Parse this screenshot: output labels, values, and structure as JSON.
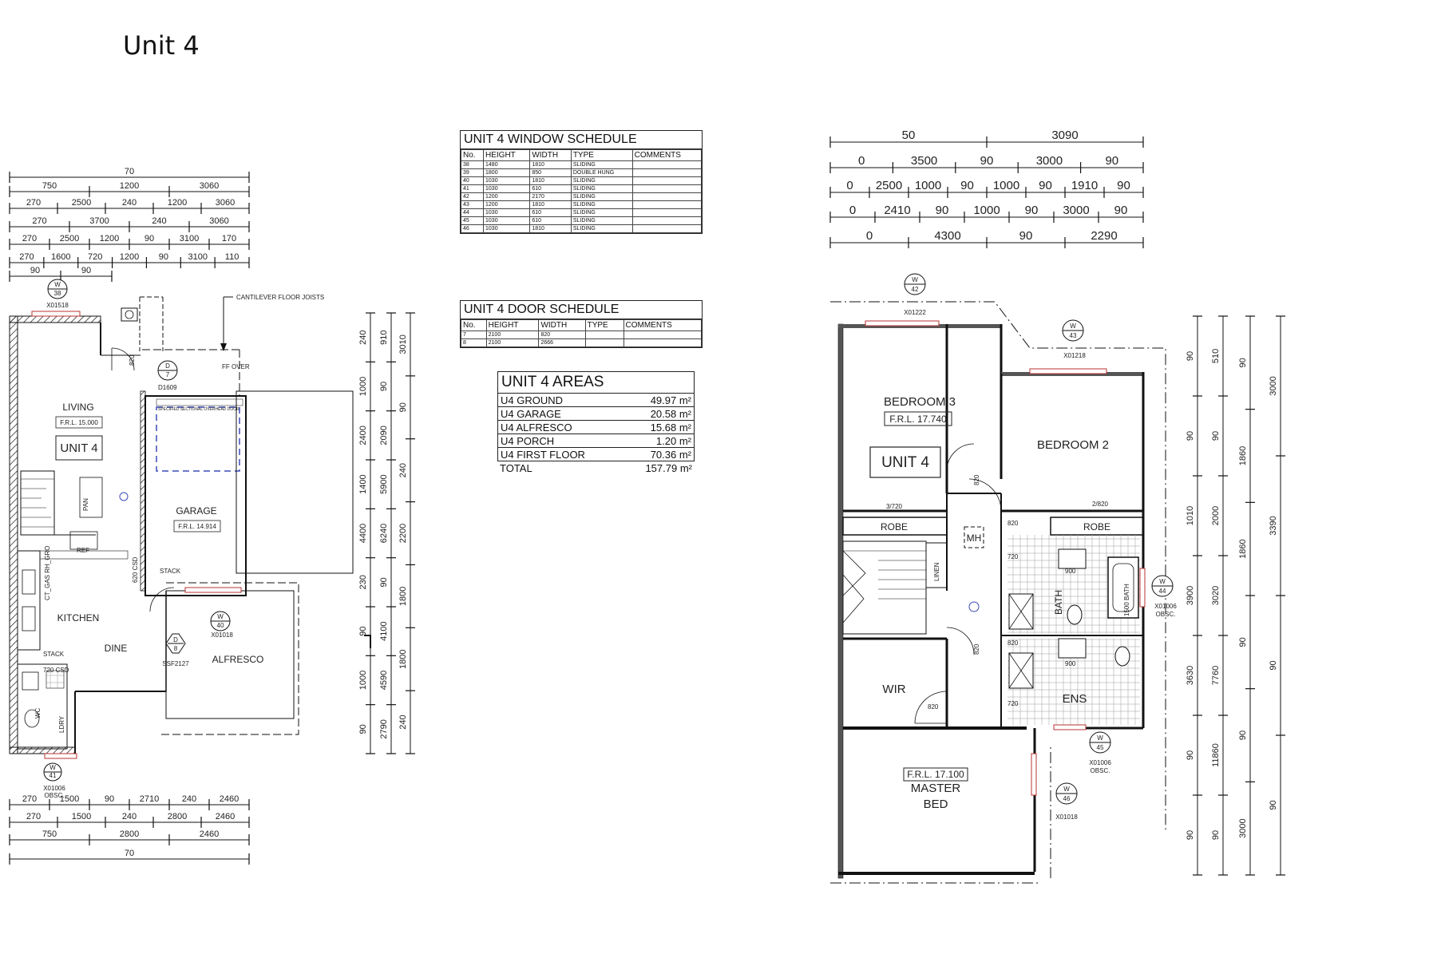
{
  "page_title": "Unit 4",
  "ground_floor": {
    "top_dimension_rows": [
      [
        "70"
      ],
      [
        "750",
        "1200",
        "3060"
      ],
      [
        "270",
        "2500",
        "240",
        "1200",
        "3060"
      ],
      [
        "270",
        "3700",
        "240",
        "3060"
      ],
      [
        "270",
        "2500",
        "1200",
        "90",
        "3100",
        "170"
      ],
      [
        "270",
        "1600",
        "720",
        "1200",
        "90",
        "3100",
        "110"
      ],
      [
        "90",
        "90"
      ]
    ],
    "bottom_dimension_rows": [
      [
        "270",
        "1500",
        "90",
        "2710",
        "240",
        "2460"
      ],
      [
        "270",
        "1500",
        "240",
        "2800",
        "2460"
      ],
      [
        "750",
        "2800",
        "2460"
      ],
      [
        "70"
      ]
    ],
    "right_dimension_labels": [
      "240",
      "1000",
      "2400",
      "1400",
      "4400",
      "230",
      "90",
      "1000",
      "90",
      "910",
      "90",
      "2090",
      "5900",
      "6240",
      "90",
      "4100",
      "4590",
      "2790",
      "3010",
      "90",
      "240",
      "2200",
      "1800",
      "1800",
      "240"
    ],
    "rooms": {
      "living": "LIVING",
      "living_rl": "F.R.L. 15.000",
      "unit": "UNIT 4",
      "garage": "GARAGE",
      "garage_rl": "F.R.L. 14.914",
      "kitchen": "KITCHEN",
      "dine": "DINE",
      "alfresco": "ALFRESCO",
      "ldry": "LDRY",
      "wc": "WC",
      "ref": "REF",
      "pantry": "PAN"
    },
    "annotations": {
      "cantilever": "CANTILEVER FLOOR JOISTS",
      "ff_over": "FF OVER",
      "stack1": "STACK",
      "stack2": "STACK",
      "csd": "620 CSD",
      "csd2": "720 CSD",
      "cooktop": "CT_GAS RH_GRO",
      "garage_door": "SPECIFIED SECTIONAL OVERHEAD DOOR",
      "door_code": "D1609",
      "sliding_door": "SSF2127",
      "win_top": "X01518",
      "win_alfresco": "X01018",
      "win_bottom": "X01006",
      "obsc": "OBSC.",
      "d820": "820"
    },
    "markers": {
      "w38": [
        "W",
        "38"
      ],
      "w40": [
        "W",
        "40"
      ],
      "w41": [
        "W",
        "41"
      ],
      "d7": [
        "D",
        "7"
      ],
      "d8": [
        "D",
        "8"
      ]
    }
  },
  "window_schedule": {
    "title": "UNIT 4 WINDOW SCHEDULE",
    "columns": [
      "No.",
      "HEIGHT",
      "WIDTH",
      "TYPE",
      "COMMENTS"
    ],
    "rows": [
      [
        "38",
        "1480",
        "1810",
        "SLIDING",
        ""
      ],
      [
        "39",
        "1800",
        "850",
        "DOUBLE HUNG",
        ""
      ],
      [
        "40",
        "1030",
        "1810",
        "SLIDING",
        ""
      ],
      [
        "41",
        "1030",
        "610",
        "SLIDING",
        ""
      ],
      [
        "42",
        "1200",
        "2170",
        "SLIDING",
        ""
      ],
      [
        "43",
        "1200",
        "1810",
        "SLIDING",
        ""
      ],
      [
        "44",
        "1030",
        "610",
        "SLIDING",
        ""
      ],
      [
        "45",
        "1030",
        "610",
        "SLIDING",
        ""
      ],
      [
        "46",
        "1030",
        "1810",
        "SLIDING",
        ""
      ]
    ]
  },
  "door_schedule": {
    "title": "UNIT 4 DOOR SCHEDULE",
    "columns": [
      "No.",
      "HEIGHT",
      "WIDTH",
      "TYPE",
      "COMMENTS"
    ],
    "rows": [
      [
        "7",
        "2100",
        "820",
        "",
        ""
      ],
      [
        "8",
        "2100",
        "2666",
        "",
        ""
      ]
    ]
  },
  "areas": {
    "title": "UNIT 4 AREAS",
    "rows": [
      {
        "label": "U4 GROUND",
        "value": "49.97 m²"
      },
      {
        "label": "U4 GARAGE",
        "value": "20.58 m²"
      },
      {
        "label": "U4 ALFRESCO",
        "value": "15.68 m²"
      },
      {
        "label": "U4 PORCH",
        "value": "1.20 m²"
      },
      {
        "label": "U4 FIRST FLOOR",
        "value": "70.36 m²"
      }
    ],
    "total_label": "TOTAL",
    "total_value": "157.79 m²"
  },
  "first_floor": {
    "top_dimension_rows": [
      [
        "50",
        "3090"
      ],
      [
        "0",
        "3500",
        "90",
        "3000",
        "90"
      ],
      [
        "0",
        "2500",
        "1000",
        "90",
        "1000",
        "90",
        "1910",
        "90"
      ],
      [
        "0",
        "2410",
        "90",
        "1000",
        "90",
        "3000",
        "90"
      ],
      [
        "0",
        "4300",
        "90",
        "2290"
      ]
    ],
    "right_dimension_labels": [
      "90",
      "90",
      "1010",
      "3900",
      "3630",
      "90",
      "90",
      "510",
      "90",
      "2000",
      "3020",
      "7760",
      "11860",
      "90",
      "90",
      "1860",
      "1860",
      "90",
      "90",
      "3000",
      "3000",
      "3390",
      "90",
      "90"
    ],
    "rooms": {
      "bedroom3": "BEDROOM 3",
      "bedroom3_rl": "F.R.L. 17.740",
      "bedroom2": "BEDROOM 2",
      "unit": "UNIT 4",
      "robe1": "ROBE",
      "robe2": "ROBE",
      "wir": "WIR",
      "master1": "MASTER",
      "master2": "BED",
      "master_rl": "F.R.L. 17.100",
      "bath": "BATH",
      "ens": "ENS",
      "linen": "LINEN",
      "mh": "MH"
    },
    "annotations": {
      "robe_w1": "3/720",
      "robe_w2": "2/820",
      "bath_tub": "1500 BATH",
      "win_top": "X01222",
      "win_bed2": "X01218",
      "win_bath": "X01006",
      "win_ens": "X01006",
      "win_master": "X01018",
      "obsc1": "OBSC.",
      "obsc2": "OBSC.",
      "d820a": "820",
      "d820b": "820",
      "d820c": "820",
      "d820d": "820",
      "d820e": "820",
      "s720a": "720",
      "s720b": "720",
      "s900a": "900",
      "s900b": "900"
    },
    "markers": {
      "w42": [
        "W",
        "42"
      ],
      "w43": [
        "W",
        "43"
      ],
      "w44": [
        "W",
        "44"
      ],
      "w45": [
        "W",
        "45"
      ],
      "w46": [
        "W",
        "46"
      ]
    }
  }
}
